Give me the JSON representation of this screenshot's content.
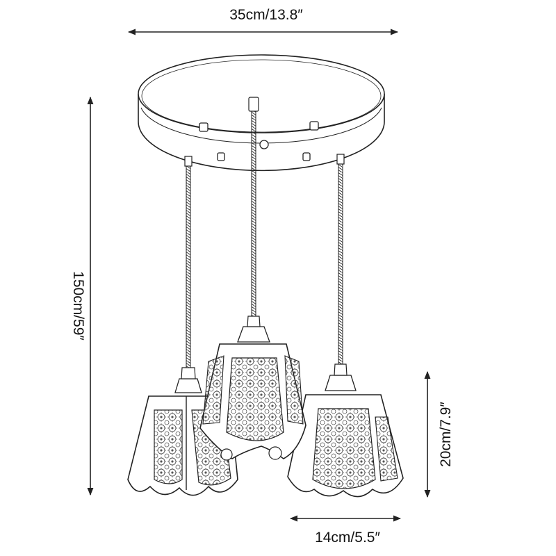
{
  "dimensions": {
    "overall_width": "35cm/13.8″",
    "overall_height": "150cm/59″",
    "shade_height": "20cm/7.9″",
    "shade_width": "14cm/5.5″"
  },
  "colors": {
    "line": "#222222",
    "fill": "#ffffff",
    "pattern": "#555555"
  }
}
